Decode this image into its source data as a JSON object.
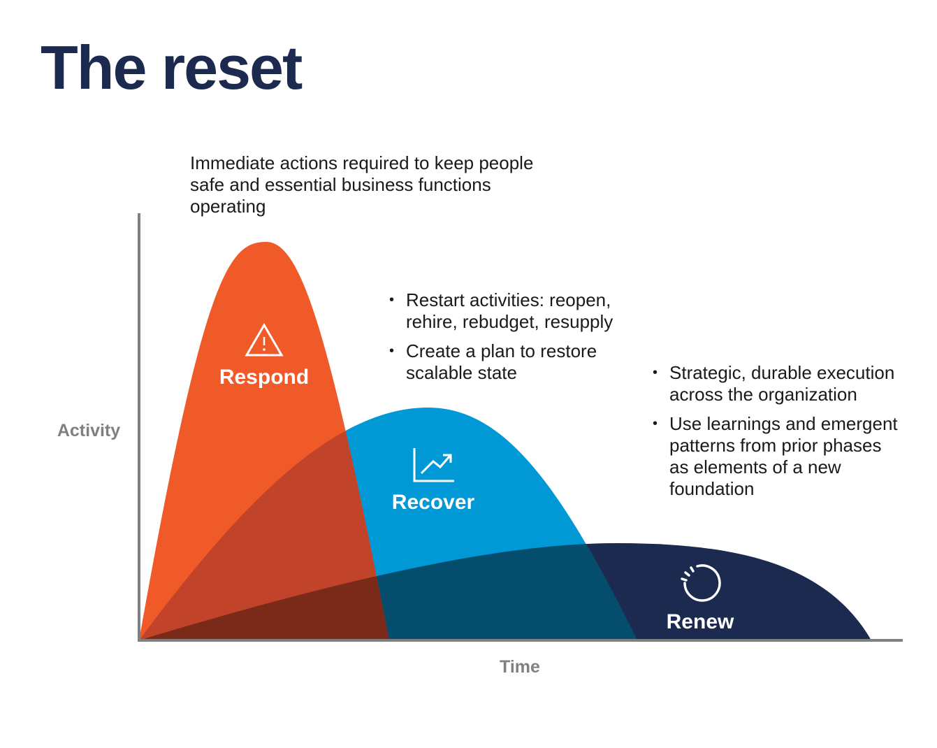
{
  "title": "The reset",
  "axes": {
    "y_label": "Activity",
    "x_label": "Time"
  },
  "colors": {
    "respond": "#f05a28",
    "recover": "#0099d6",
    "renew": "#1b2a4e",
    "respond_recover_overlap": "#c0432a",
    "recover_renew_overlap": "#044d6c",
    "all_overlap": "#7b2a1a",
    "axis": "#808080",
    "title": "#1b2a4e"
  },
  "phases": {
    "respond": {
      "label": "Respond",
      "icon": "warning-triangle-icon",
      "description": "Immediate actions required to keep people safe and essential business functions operating"
    },
    "recover": {
      "label": "Recover",
      "icon": "trending-chart-icon",
      "bullets": [
        "Restart activities: reopen, rehire, rebudget, resupply",
        "Create a plan to restore scalable state"
      ]
    },
    "renew": {
      "label": "Renew",
      "icon": "restart-circle-icon",
      "bullets": [
        "Strategic, durable execution across the organization",
        "Use learnings and emergent patterns from prior phases as elements of a new foundation"
      ]
    }
  }
}
